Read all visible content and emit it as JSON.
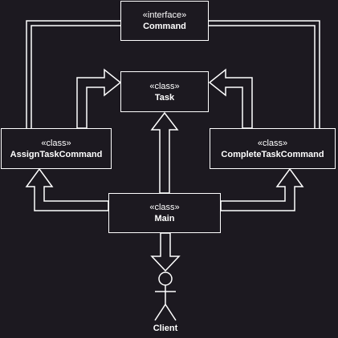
{
  "diagram": {
    "classes": {
      "command": {
        "stereotype": "«interface»",
        "name": "Command"
      },
      "task": {
        "stereotype": "«class»",
        "name": "Task"
      },
      "assign": {
        "stereotype": "«class»",
        "name": "AssignTaskCommand"
      },
      "complete": {
        "stereotype": "«class»",
        "name": "CompleteTaskCommand"
      },
      "main": {
        "stereotype": "«class»",
        "name": "Main"
      }
    },
    "actor": {
      "name": "Client"
    },
    "colors": {
      "background": "#1c1920",
      "stroke": "#ffffff"
    }
  }
}
